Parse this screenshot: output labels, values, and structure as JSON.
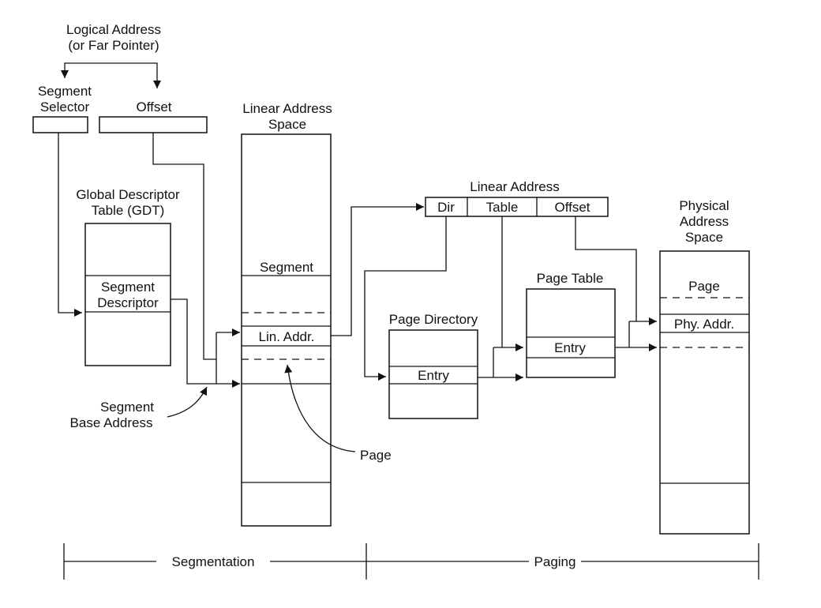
{
  "logical_address": {
    "line1": "Logical Address",
    "line2": "(or Far Pointer)"
  },
  "segment_selector": {
    "line1": "Segment",
    "line2": "Selector"
  },
  "offset_label": "Offset",
  "gdt": {
    "line1": "Global Descriptor",
    "line2": "Table (GDT)",
    "entry_line1": "Segment",
    "entry_line2": "Descriptor"
  },
  "segment_base": {
    "line1": "Segment",
    "line2": "Base Address"
  },
  "linear_space": {
    "line1": "Linear Address",
    "line2": "Space",
    "segment": "Segment",
    "lin_addr": "Lin. Addr."
  },
  "page_label": "Page",
  "linear_address": {
    "title": "Linear Address",
    "dir": "Dir",
    "table": "Table",
    "offset": "Offset"
  },
  "page_directory": {
    "title": "Page Directory",
    "entry": "Entry"
  },
  "page_table": {
    "title": "Page Table",
    "entry": "Entry"
  },
  "physical_space": {
    "line1": "Physical",
    "line2": "Address",
    "line3": "Space",
    "page": "Page",
    "phy_addr": "Phy. Addr."
  },
  "bottom": {
    "segmentation": "Segmentation",
    "paging": "Paging"
  }
}
